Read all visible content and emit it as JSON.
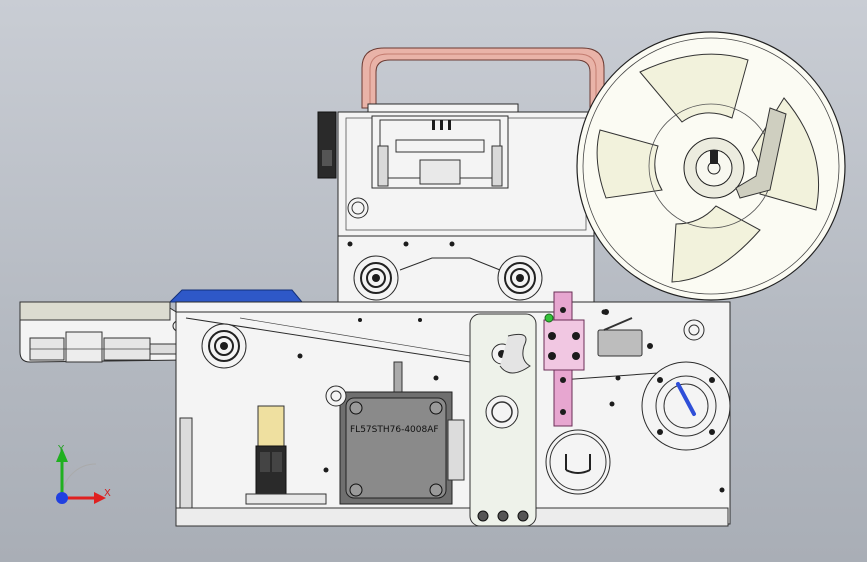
{
  "motor": {
    "label": "FL57STH76-4008AF"
  },
  "triad": {
    "y_label": "Y",
    "x_label": "X"
  },
  "colors": {
    "background": "#bfc3ca",
    "handle": "#e9b3a8",
    "blue_cover": "#2e58c8",
    "pink_bracket": "#e7a6d0",
    "pin": "#2f4fd8",
    "green_dot": "#35c23a",
    "reel": "#fbfbf3",
    "axis_x": "#e02020",
    "axis_y": "#20b020",
    "axis_z": "#2040e0"
  }
}
